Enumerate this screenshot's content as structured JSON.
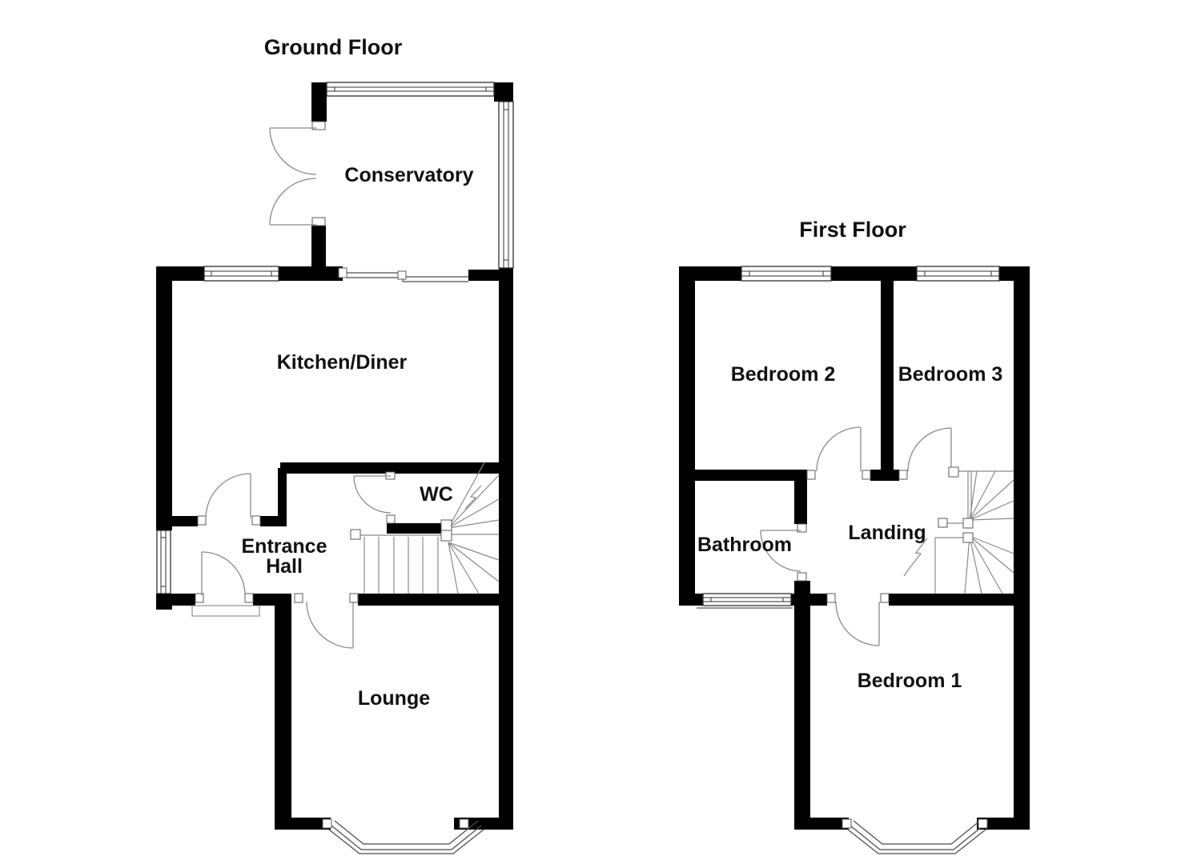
{
  "document_type": "house-floor-plan",
  "floors": {
    "ground": {
      "title": "Ground Floor",
      "rooms": {
        "conservatory": "Conservatory",
        "kitchen_diner": "Kitchen/Diner",
        "wc": "WC",
        "entrance_hall_line1": "Entrance",
        "entrance_hall_line2": "Hall",
        "lounge": "Lounge"
      }
    },
    "first": {
      "title": "First Floor",
      "rooms": {
        "bedroom2": "Bedroom 2",
        "bedroom3": "Bedroom 3",
        "bathroom": "Bathroom",
        "landing": "Landing",
        "bedroom1": "Bedroom 1"
      }
    }
  },
  "colors": {
    "wall": "#000000",
    "background": "#ffffff",
    "detail_line": "#8a8a8a",
    "window_outline": "#2f2f2f",
    "text": "#111111"
  }
}
